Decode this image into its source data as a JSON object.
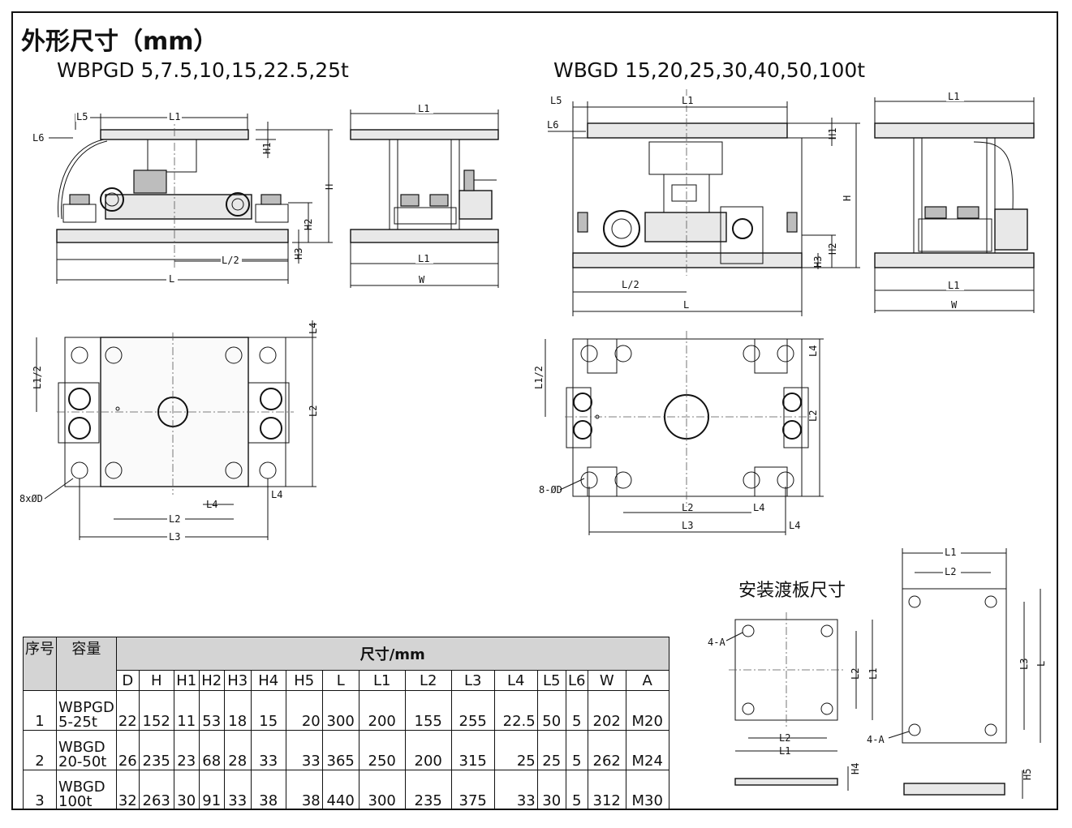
{
  "title": "外形尺寸（mm）",
  "left_model": "WBPGD 5,7.5,10,15,22.5,25t",
  "right_model": "WBGD 15,20,25,30,40,50,100t",
  "plate_title": "安装渡板尺寸",
  "dim": {
    "L": "L",
    "L1": "L1",
    "L2": "L2",
    "L3": "L3",
    "L4": "L4",
    "L5": "L5",
    "L6": "L6",
    "H": "H",
    "H1": "H1",
    "H2": "H2",
    "H3": "H3",
    "H4": "H4",
    "H5": "H5",
    "W": "W",
    "L_half": "L/2",
    "L1_half": "L1/2",
    "holes_left": "8xØD",
    "holes_right": "8-ØD",
    "holes_plate": "4-A"
  },
  "table": {
    "col_no": "序号",
    "col_cap": "容量",
    "col_dims": "尺寸/mm",
    "headers": [
      "D",
      "H",
      "H1",
      "H2",
      "H3",
      "H4",
      "H5",
      "L",
      "L1",
      "L2",
      "L3",
      "L4",
      "L5",
      "L6",
      "W",
      "A"
    ],
    "rows": [
      {
        "no": "1",
        "cap1": "WBPGD",
        "cap2": "5-25t",
        "vals": [
          "22",
          "152",
          "11",
          "53",
          "18",
          "15",
          "20",
          "300",
          "200",
          "155",
          "255",
          "22.5",
          "50",
          "5",
          "202",
          "M20"
        ]
      },
      {
        "no": "2",
        "cap1": "WBGD",
        "cap2": "20-50t",
        "vals": [
          "26",
          "235",
          "23",
          "68",
          "28",
          "33",
          "33",
          "365",
          "250",
          "200",
          "315",
          "25",
          "25",
          "5",
          "262",
          "M24"
        ]
      },
      {
        "no": "3",
        "cap1": "WBGD",
        "cap2": "100t",
        "vals": [
          "32",
          "263",
          "30",
          "91",
          "33",
          "38",
          "38",
          "440",
          "300",
          "235",
          "375",
          "33",
          "30",
          "5",
          "312",
          "M30"
        ]
      }
    ]
  }
}
